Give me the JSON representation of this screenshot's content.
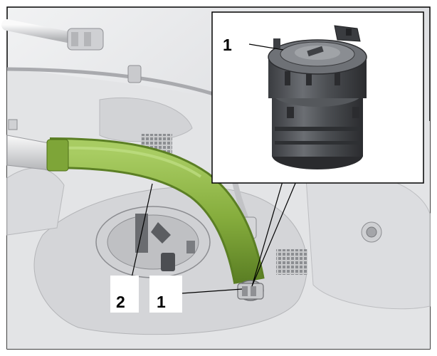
{
  "callouts": {
    "inset_label": "1",
    "pipe_label": "2",
    "connector_label": "1"
  },
  "colors": {
    "pipe_green": "#8fb545",
    "pipe_green_dark": "#5f8526",
    "background_gray": "#e6e7e9",
    "frame": "#000000"
  }
}
